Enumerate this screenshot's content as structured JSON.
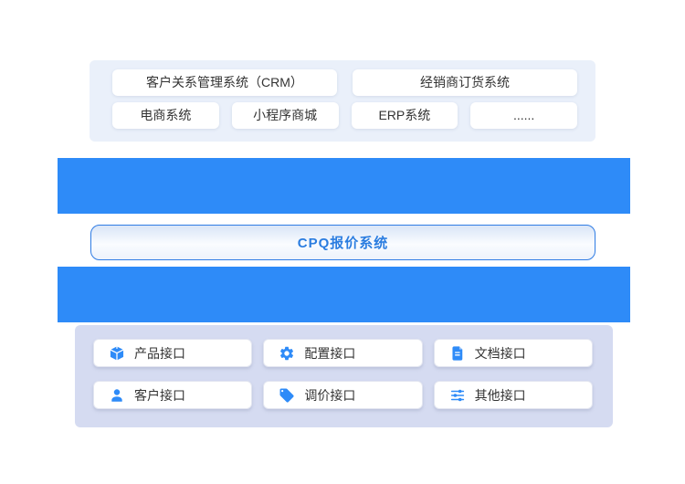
{
  "colors": {
    "accent_blue": "#2e8bf8",
    "top_panel_bg": "#eaf0fa",
    "bottom_panel_bg": "#d5dbf1",
    "cpq_border": "#2f7ce4",
    "cpq_text": "#2b7de0",
    "box_text": "#333333"
  },
  "top_panel": {
    "row1": [
      {
        "label": "客户关系管理系统（CRM）"
      },
      {
        "label": "经销商订货系统"
      }
    ],
    "row2": [
      {
        "label": "电商系统"
      },
      {
        "label": "小程序商城"
      },
      {
        "label": "ERP系统"
      },
      {
        "label": "......"
      }
    ]
  },
  "cpq_box": {
    "label": "CPQ报价系统"
  },
  "interface_panel": {
    "items": [
      {
        "label": "产品接口",
        "icon": "cube-icon"
      },
      {
        "label": "配置接口",
        "icon": "gear-icon"
      },
      {
        "label": "文档接口",
        "icon": "document-icon"
      },
      {
        "label": "客户接口",
        "icon": "person-icon"
      },
      {
        "label": "调价接口",
        "icon": "tag-icon"
      },
      {
        "label": "其他接口",
        "icon": "sliders-icon"
      }
    ]
  }
}
